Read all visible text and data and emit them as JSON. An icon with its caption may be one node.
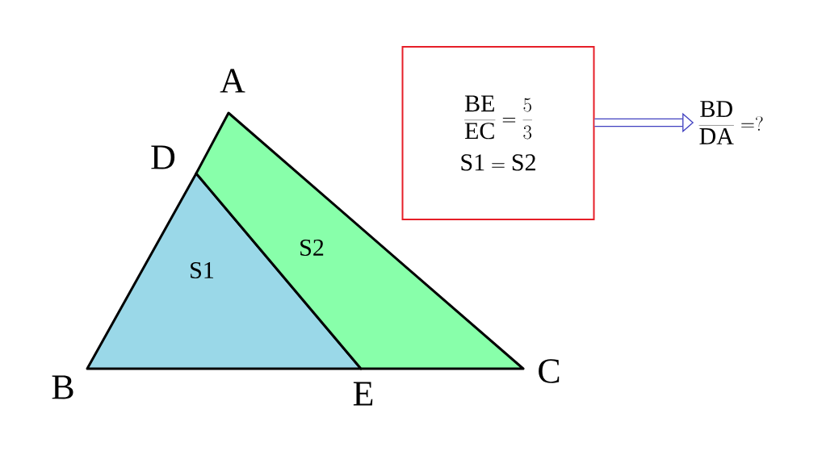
{
  "diagram": {
    "nodes": [
      {
        "text": [
          "S1"
        ]
      },
      {
        "text": [
          "S2"
        ]
      },
      {
        "text": [
          "\\frac{\\mathrm{BE}}{\\mathrm{EC}}=\\frac{5}{3}",
          "\\mathrm{S1}=\\mathrm{S2}"
        ]
      },
      {
        "text": [
          "\\frac{\\mathrm{BD}}{\\mathrm{DA}}=?"
        ]
      }
    ],
    "edges": [
      {
        "from": 2,
        "to": 3,
        "arrow": "to",
        "color": "#4040c0"
      }
    ],
    "labels": [
      "A",
      "D",
      "B",
      "E",
      "C"
    ]
  }
}
